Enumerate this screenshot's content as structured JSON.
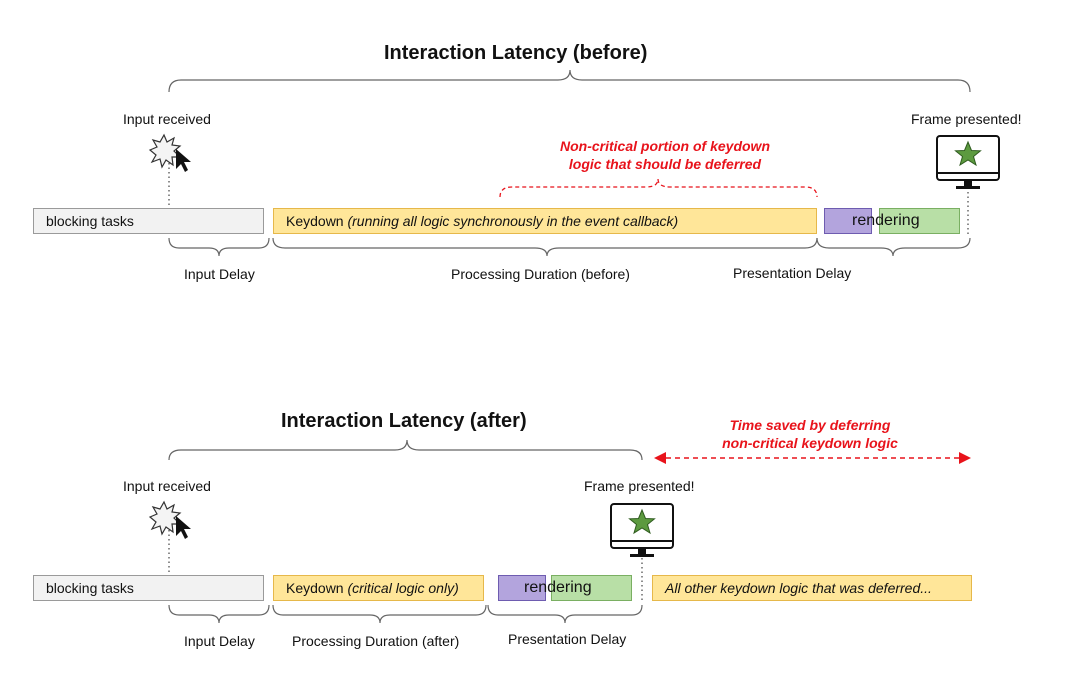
{
  "before": {
    "title": "Interaction Latency (before)",
    "input_label": "Input received",
    "frame_label": "Frame presented!",
    "annotation_line1": "Non-critical portion of keydown",
    "annotation_line2": "logic that should be deferred",
    "blocking_label": "blocking tasks",
    "keydown_label": "Keydown",
    "keydown_detail": "(running all logic synchronously in the event callback)",
    "rendering_label": "rendering",
    "input_delay": "Input Delay",
    "processing": "Processing Duration (before)",
    "presentation": "Presentation Delay"
  },
  "after": {
    "title": "Interaction Latency (after)",
    "input_label": "Input received",
    "frame_label": "Frame presented!",
    "saved_line1": "Time saved by deferring",
    "saved_line2": "non-critical keydown logic",
    "blocking_label": "blocking tasks",
    "keydown_label": "Keydown",
    "keydown_detail": "(critical logic only)",
    "rendering_label": "rendering",
    "deferred_label": "All other keydown logic that was deferred...",
    "input_delay": "Input Delay",
    "processing": "Processing Duration (after)",
    "presentation": "Presentation Delay"
  },
  "colors": {
    "keydown_fill": "#ffe699",
    "raf_fill": "#b3a4dd",
    "render_fill": "#b8dfa6",
    "annotation": "#e8131b",
    "star": "#5c9a3f"
  },
  "icons": [
    "cursor-burst-icon",
    "monitor-star-icon"
  ]
}
